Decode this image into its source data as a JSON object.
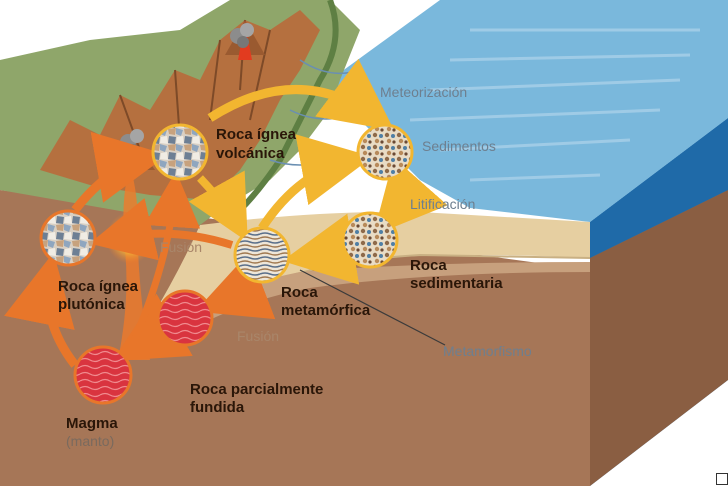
{
  "labels": {
    "roca_ignea_volcanica": [
      "Roca ígnea",
      "volcánica"
    ],
    "meteorizacion": "Meteorización",
    "sedimentos": "Sedimentos",
    "litificacion": "Litificación",
    "fusion_upper": "Fusión",
    "roca_ignea_plutonica": [
      "Roca ígnea",
      "plutónica"
    ],
    "roca_metamorfica": [
      "Roca",
      "metamórfica"
    ],
    "roca_sedimentaria": [
      "Roca",
      "sedimentaria"
    ],
    "fusion_lower": "Fusión",
    "metamorfismo": "Metamorfismo",
    "roca_parcialmente_fundida": [
      "Roca parcialmente",
      "fundida"
    ],
    "magma": "Magma",
    "manto": "(manto)"
  },
  "colors": {
    "sky": "#ffffff",
    "ocean_top": "#7ab8dc",
    "ocean_front": "#2f7fc0",
    "earth": "#a67657",
    "sediment_band": "#e6cfa1",
    "mountains": "#b5703f",
    "vegetation": "#6f8f52",
    "arrow_yellow": "#f2b630",
    "arrow_orange": "#e8762a",
    "magma_core": "#f6c23a"
  },
  "icons": [
    "volcano-smoke-icon",
    "page-corner-icon"
  ]
}
